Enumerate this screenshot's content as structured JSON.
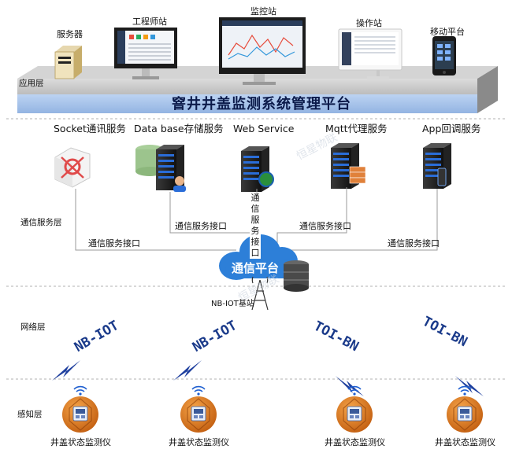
{
  "title": "窨井井盖监测系统管理平台",
  "layers": {
    "application": "应用层",
    "communication": "通信服务层",
    "network": "网络层",
    "perception": "感知层"
  },
  "application_items": [
    "服务器",
    "工程师站",
    "监控站",
    "操作站",
    "移动平台"
  ],
  "services": [
    "Socket通讯服务",
    "Data base存储服务",
    "Web Service",
    "Mqtt代理服务",
    "App回调服务"
  ],
  "interface_label": "通信服务接口",
  "vertical_interface_chars": [
    "通",
    "信",
    "服",
    "务",
    "接",
    "口"
  ],
  "platform_label": "通信平台",
  "base_station_label": "NB-IOT基站",
  "network_links": [
    "NB-IOT",
    "NB-IOT",
    "TOI-BN",
    "TOI-BN"
  ],
  "watermark": "恒星物联",
  "device_label": "井盖状态监测仪",
  "colors": {
    "platform_bar": "#a8c4ec",
    "banner_text": "#0b1a4a",
    "cloud": "#2d7fd8",
    "lightning": "#1e3f9e",
    "device_orange": "#e07b1e",
    "dashed_divider": "#b0b0b0",
    "connector": "#9a9a9a"
  },
  "icons": {
    "server": "server-tower-icon",
    "monitor": "desktop-monitor-icon",
    "mobile": "mobile-phone-icon",
    "database": "database-icon",
    "cloud": "cloud-icon",
    "tower": "signal-tower-icon",
    "device": "manhole-sensor-icon",
    "wifi": "wifi-signal-icon",
    "lightning": "lightning-icon"
  }
}
